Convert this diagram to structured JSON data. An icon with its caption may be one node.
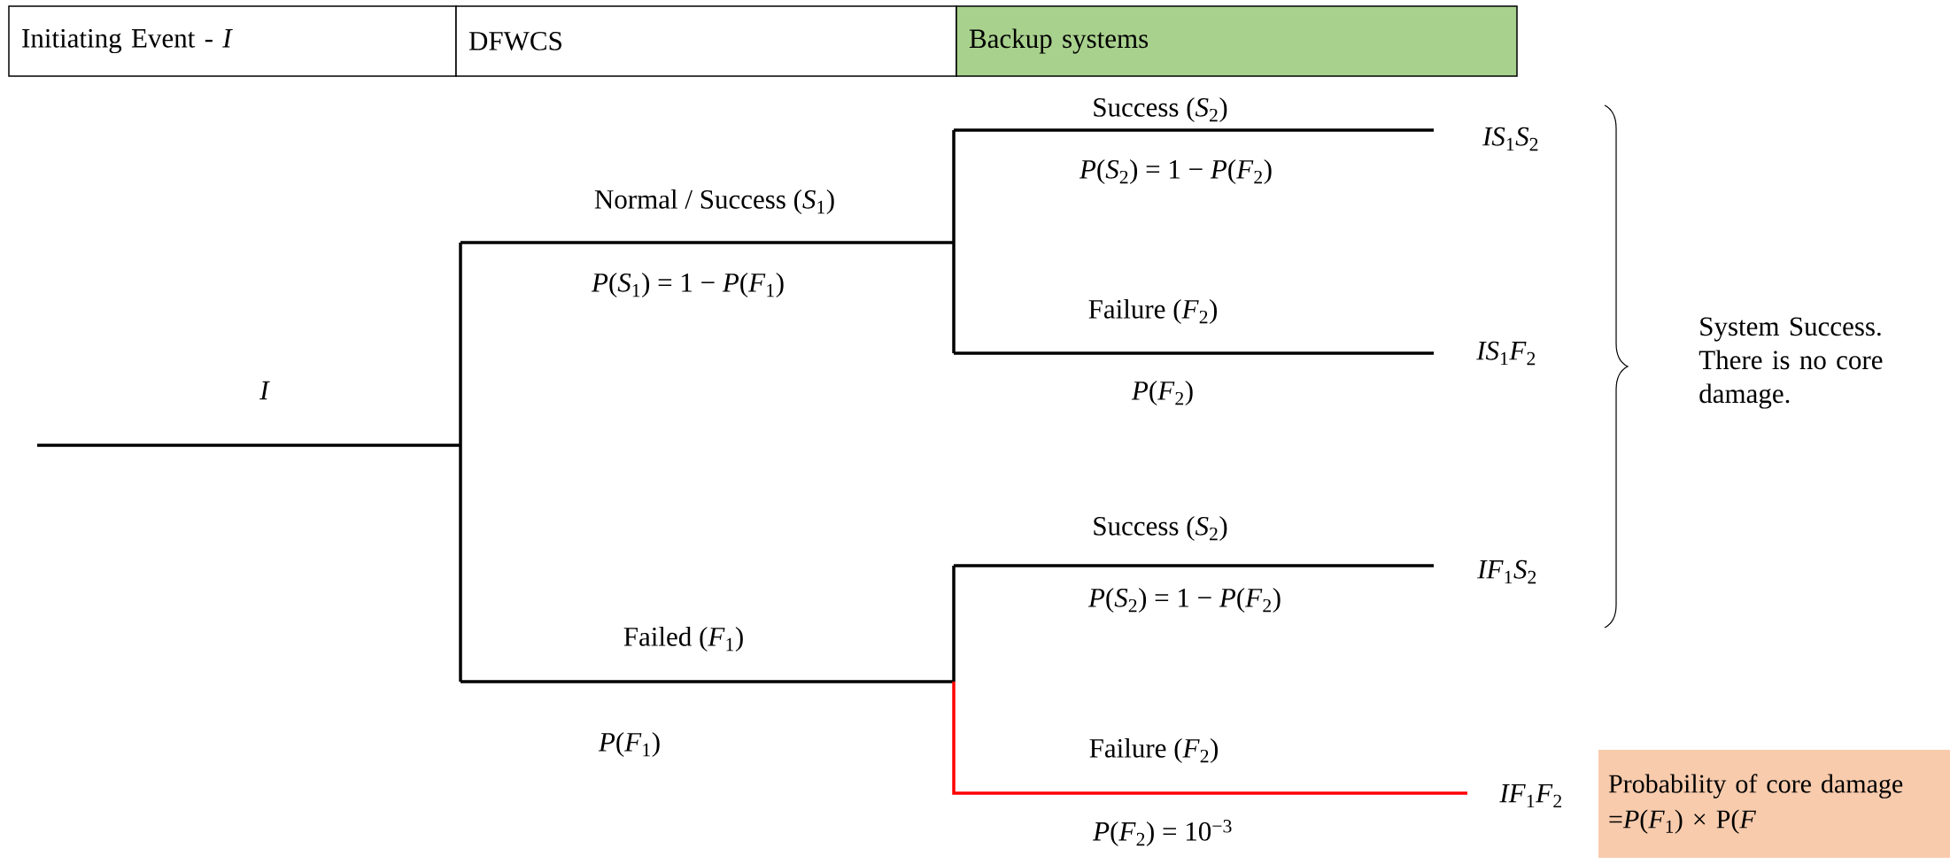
{
  "diagram": {
    "nodes": [
      {
        "text": [
          "Initiating Event - *I*"
        ]
      },
      {
        "text": [
          "DFWCS"
        ]
      },
      {
        "text": [
          "Backup systems"
        ]
      },
      {
        "text": [
          "Probability of core damage =*P*(*F*$_{1}$) × P(*F*"
        ]
      }
    ],
    "labels": [
      "*I*",
      "Success (*S*$_{2}$)",
      "*IS*$_{1}$*S*$_{2}$",
      "*P*(*S*$_{2}$) = 1 − *P*(*F*$_{2}$)",
      "Normal / Success (*S*$_{1}$)",
      "*P*(*S*$_{1}$) = 1 − *P*(*F*$_{1}$)",
      "Failure (*F*$_{2}$)",
      "*IS*$_{1}$*F*$_{2}$",
      "System Success. There is no core damage.",
      "*P*(*F*$_{2}$)",
      "Success (*S*$_{2}$)",
      "*IF*$_{1}$*S*$_{2}$",
      "*P*(*S*$_{2}$) = 1 − *P*(*F*$_{2}$)",
      "Failed (*F*$_{1}$)",
      "*P*(*F*$_{1}$)",
      "Failure (*F*$_{2}$)",
      "*IF*$_{1}$*F*$_{2}$",
      "*P*(*F*$_{2}$) = 10$^{−3}$"
    ]
  }
}
